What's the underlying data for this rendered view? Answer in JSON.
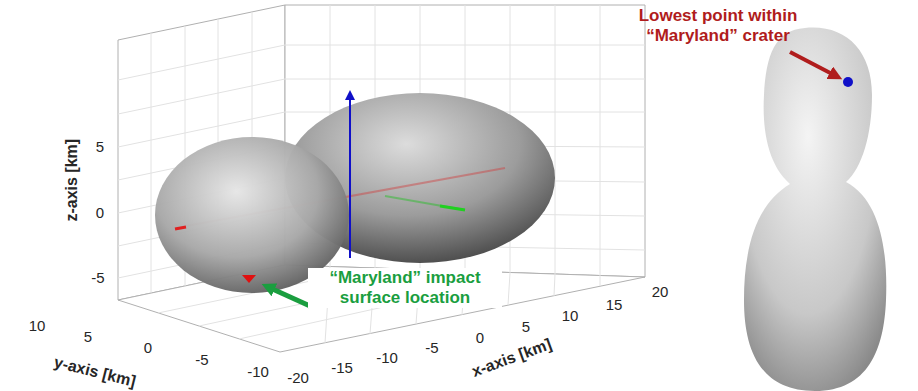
{
  "diagram": {
    "labels": [
      "5",
      "0",
      "-5",
      "z-axis [km]",
      "10",
      "5",
      "0",
      "-5",
      "-10",
      "y-axis [km]",
      "-20",
      "-15",
      "-10",
      "-5",
      "0",
      "5",
      "10",
      "15",
      "20",
      "x-axis [km]",
      "“Maryland” impact surface location",
      "Lowest point within “Maryland” crater"
    ]
  }
}
